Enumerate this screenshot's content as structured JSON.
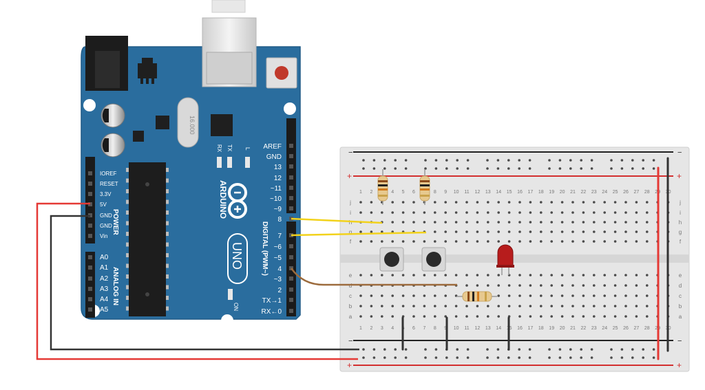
{
  "arduino": {
    "brand": "ARDUINO",
    "model": "UNO",
    "power_header_title": "POWER",
    "analog_header_title": "ANALOG IN",
    "digital_header_title": "DIGITAL (PWM~)",
    "power_pins": [
      "IOREF",
      "RESET",
      "3.3V",
      "5V",
      "GND",
      "GND",
      "Vin"
    ],
    "analog_pins": [
      "A0",
      "A1",
      "A2",
      "A3",
      "A4",
      "A5"
    ],
    "digital_pins_top": [
      "AREF",
      "GND",
      "13",
      "12",
      "~11",
      "~10",
      "~9",
      "8"
    ],
    "digital_pins_bottom": [
      "7",
      "~6",
      "~5",
      "4",
      "~3",
      "2",
      "TX→1",
      "RX←0"
    ],
    "led_labels": [
      "RX",
      "TX",
      "L"
    ],
    "on_label": "ON",
    "crystal_label": "16.000",
    "colors": {
      "board": "#2a6d9e",
      "board_edge": "#1f5a86",
      "header": "#1b1b1b"
    }
  },
  "breadboard": {
    "column_numbers": [
      "1",
      "2",
      "3",
      "4",
      "5",
      "6",
      "7",
      "8",
      "9",
      "10",
      "11",
      "12",
      "13",
      "14",
      "15",
      "16",
      "17",
      "18",
      "19",
      "20",
      "21",
      "22",
      "23",
      "24",
      "25",
      "26",
      "27",
      "28",
      "29",
      "30"
    ],
    "row_letters_top": [
      "j",
      "i",
      "h",
      "g",
      "f"
    ],
    "row_letters_bottom": [
      "e",
      "d",
      "c",
      "b",
      "a"
    ],
    "rail_plus": "+",
    "rail_minus": "−"
  },
  "components": {
    "pushbuttons": [
      "button-1",
      "button-2"
    ],
    "resistors": [
      "resistor-1",
      "resistor-2",
      "resistor-3"
    ],
    "led_color": "#b71c1c"
  },
  "wires": {
    "power_5v": "#e53935",
    "ground": "#333333",
    "pin8": "#f2d21b",
    "pin7": "#f2d21b",
    "pin4": "#9c6b3c"
  }
}
